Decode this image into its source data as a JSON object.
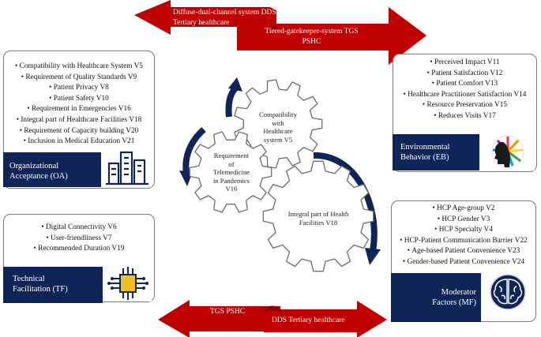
{
  "banners": {
    "top_left": [
      "Diffuse-dual-channel system DDS",
      "Tertiary healthcare"
    ],
    "top_right": [
      "Tiered-gatekeeper-system TGS",
      "PSHC"
    ],
    "bottom_left": "TGS PSHC",
    "bottom_right": "DDS Tertiary healthcare"
  },
  "organizational": {
    "title": [
      "Organizational",
      "Acceptance (OA)"
    ],
    "items": [
      "Compatibility with Healthcare System V5",
      "Requirement of Quality Standards V9",
      "Patient Privacy V8",
      "Patient Safety V10",
      "Requirement in Emergencies V16",
      "Integral part of Healthcare Facilities V18",
      "Requirement of Capacity building V20",
      "Inclusion in Medical Education V21"
    ]
  },
  "technical": {
    "title": [
      "Technical",
      "Facilitation (TF)"
    ],
    "items": [
      "Digital Connectivity V6",
      "User-friendliness V7",
      "Recommended Duration V19"
    ]
  },
  "environmental": {
    "title": [
      "Environmental",
      "Behavior (EB)"
    ],
    "items": [
      "Perceived Impact V11",
      "Patient Satisfaction V12",
      "Patient Comfort V13",
      "Healthcare Practitioner Satisfaction V14",
      "Resource Preservation V15",
      "Reduces Visits V17"
    ]
  },
  "moderator": {
    "title": [
      "Moderator",
      "Factors (MF)"
    ],
    "items": [
      "HCP Age-group V2",
      "HCP Gender V3",
      "HCP Specialty V4",
      "HCP-Patient Communication Barrier V22",
      "Age-based Patient Convenience V23",
      "Gender-based Patient Convenience V24"
    ]
  },
  "gears": {
    "top": [
      "Compatibility",
      "with",
      "Healthcare",
      "system V5"
    ],
    "left": [
      "Requirement",
      "of",
      "Telemedicine",
      "in Pandemics",
      "V16"
    ],
    "bottom": [
      "Integral part of Health",
      "Facilities V18"
    ]
  },
  "icons": [
    "city-buildings-icon",
    "microchip-icon",
    "colorful-head-profile-icon",
    "brain-circuit-icon"
  ],
  "colors": {
    "banner_red": "#c00000",
    "navy": "#0f2557",
    "gear_grey": "#6d6d6d"
  }
}
